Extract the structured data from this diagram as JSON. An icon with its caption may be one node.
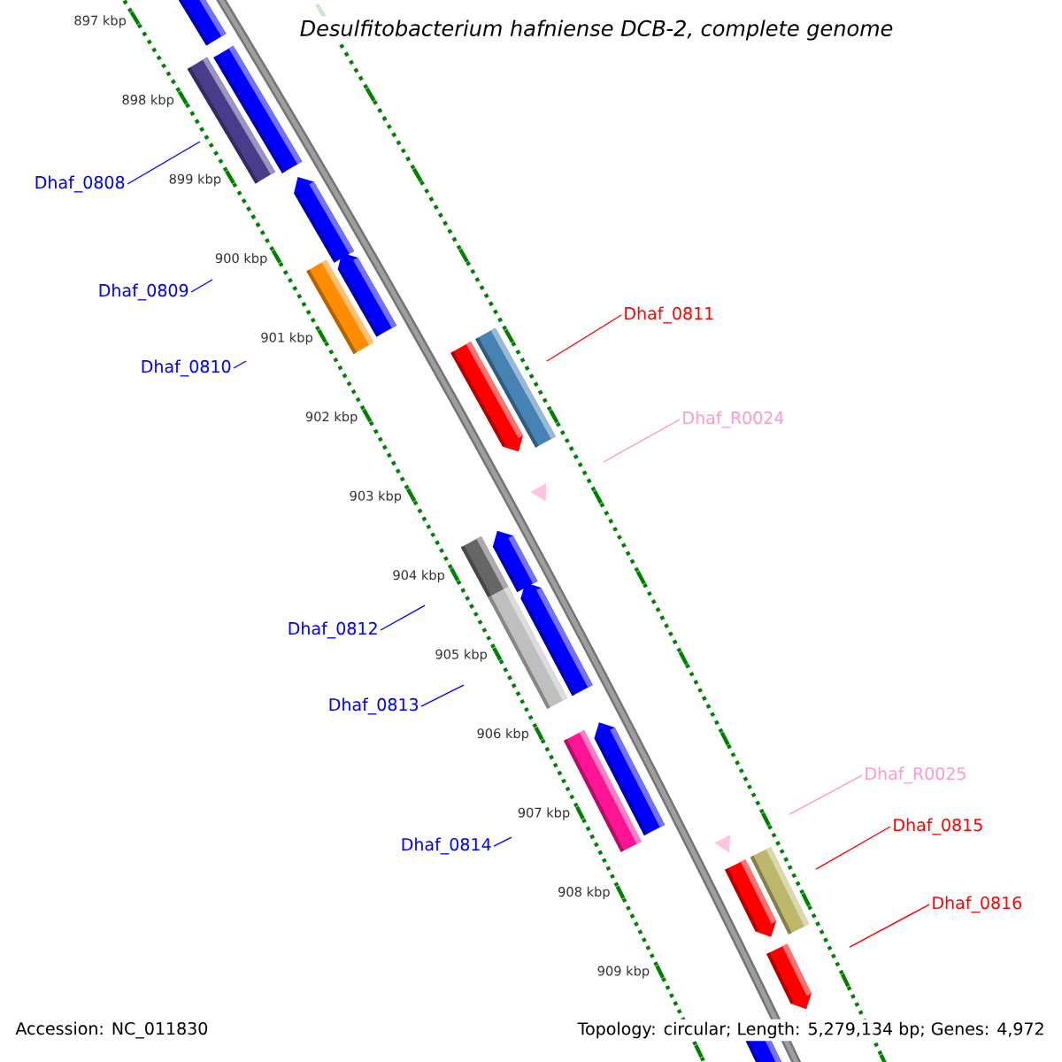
{
  "diagram": {
    "title": "Desulfitobacterium hafniense DCB-2, complete genome",
    "nodes": [
      {
        "text": [
          "Dhaf_0808"
        ]
      },
      {
        "text": [
          "Dhaf_0809"
        ]
      },
      {
        "text": [
          "Dhaf_0810"
        ]
      },
      {
        "text": [
          "Dhaf_0811"
        ]
      },
      {
        "text": [
          "Dhaf_R0024"
        ]
      },
      {
        "text": [
          "Dhaf_0812"
        ]
      },
      {
        "text": [
          "Dhaf_0813"
        ]
      },
      {
        "text": [
          "Dhaf_R0025"
        ]
      },
      {
        "text": [
          "Dhaf_0815"
        ]
      },
      {
        "text": [
          "Dhaf_0814"
        ]
      },
      {
        "text": [
          "Dhaf_0816"
        ]
      }
    ],
    "edges": [
      {
        "from": 0,
        "to": null,
        "arrow": "none"
      },
      {
        "from": 1,
        "to": null,
        "arrow": "none"
      },
      {
        "from": 2,
        "to": null,
        "arrow": "none"
      },
      {
        "from": 3,
        "to": null,
        "arrow": "none",
        "color": "#ff0000"
      },
      {
        "from": 4,
        "to": null,
        "arrow": "none",
        "color": "#ff99cc"
      },
      {
        "from": 5,
        "to": null,
        "arrow": "none"
      },
      {
        "from": 6,
        "to": null,
        "arrow": "none"
      },
      {
        "from": 7,
        "to": null,
        "arrow": "none",
        "color": "#ff99cc"
      },
      {
        "from": 8,
        "to": null,
        "arrow": "none",
        "color": "#ff0000"
      },
      {
        "from": 9,
        "to": null,
        "arrow": "none"
      },
      {
        "from": 10,
        "to": null,
        "arrow": "none",
        "color": "#ff0000"
      }
    ],
    "labels": [
      "897 kbp",
      "898 kbp",
      "899 kbp",
      "900 kbp",
      "901 kbp",
      "902 kbp",
      "903 kbp",
      "904 kbp",
      "905 kbp",
      "906 kbp",
      "907 kbp",
      "908 kbp",
      "909 kbp",
      "Accession: NC_011830",
      "Topology: circular; Length: 5,279,134 bp; Genes: 4,972"
    ]
  }
}
